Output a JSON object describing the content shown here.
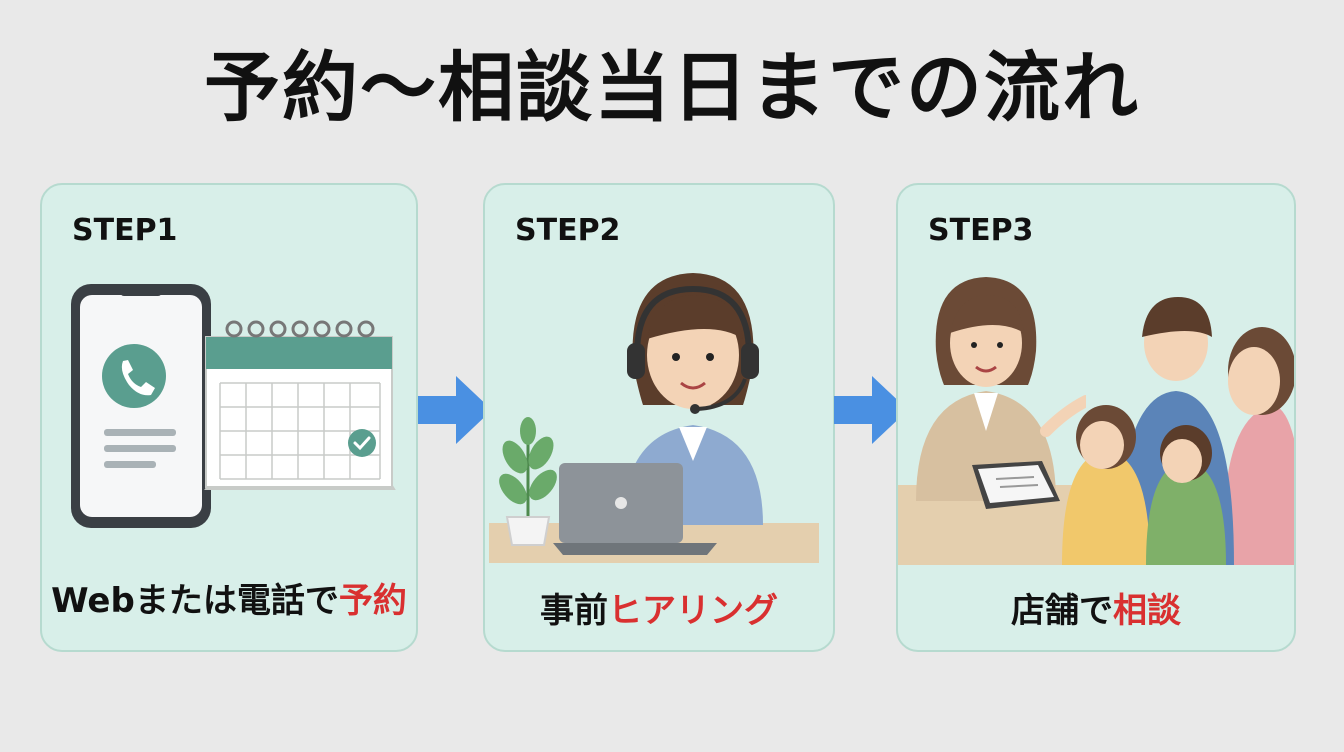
{
  "title": "予約〜相談当日までの流れ",
  "colors": {
    "card_bg": "#d8efe9",
    "arrow": "#4a90e2",
    "highlight": "#d93030",
    "calendar_accent": "#5a9e8f"
  },
  "steps": [
    {
      "label": "STEP1",
      "caption_pre": "Webまたは電話で",
      "caption_hl": "予約",
      "icons": [
        "smartphone-phone-icon",
        "calendar-check-icon"
      ]
    },
    {
      "label": "STEP2",
      "caption_pre": "事前",
      "caption_hl": "ヒアリング",
      "icons": [
        "headset-operator-icon",
        "laptop-icon",
        "plant-icon"
      ]
    },
    {
      "label": "STEP3",
      "caption_pre": "店舗で",
      "caption_hl": "相談",
      "icons": [
        "consultant-icon",
        "family-icon",
        "clipboard-icon"
      ]
    }
  ]
}
